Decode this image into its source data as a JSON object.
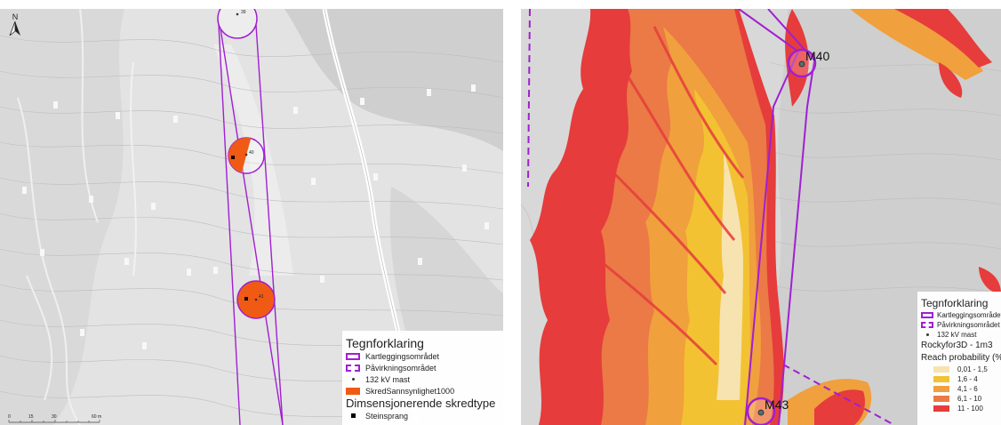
{
  "left_map": {
    "mast_labels": [
      "39",
      "40",
      "41"
    ],
    "north_label": "N",
    "scale": {
      "ticks": [
        "0",
        "15",
        "30",
        "60 m"
      ]
    },
    "legend": {
      "title": "Tegnforklaring",
      "items": [
        {
          "label": "Kartleggingsområdet",
          "symbol": "solid-outline",
          "color": "#a020d0"
        },
        {
          "label": "Påvirkningsområdet",
          "symbol": "dashed-outline",
          "color": "#a020d0"
        },
        {
          "label": "132 kV mast",
          "symbol": "dot",
          "color": "#333333"
        },
        {
          "label": "SkredSannsynlighet1000",
          "symbol": "fill",
          "color": "#f05a14"
        }
      ],
      "subtitle": "Dimsensjonerende skredtype",
      "sub_items": [
        {
          "label": "Steinsprang",
          "symbol": "square",
          "color": "#000000"
        }
      ]
    }
  },
  "right_map": {
    "mast_labels": [
      "M40",
      "M43"
    ],
    "legend": {
      "title": "Tegnforklaring",
      "items": [
        {
          "label": "Kartleggingsområdet",
          "symbol": "solid-outline",
          "color": "#a020d0"
        },
        {
          "label": "Påvirkningsområdet",
          "symbol": "dashed-outline",
          "color": "#a020d0"
        },
        {
          "label": "132 kV mast",
          "symbol": "dot",
          "color": "#333333"
        }
      ],
      "subtitle": "Rockyfor3D - 1m3",
      "subtitle2": "Reach probability (%)",
      "classes": [
        {
          "label": "0,01 - 1,5",
          "color": "#f7e3b0"
        },
        {
          "label": "1,6 - 4",
          "color": "#f2c232"
        },
        {
          "label": "4,1 - 6",
          "color": "#f0a03c"
        },
        {
          "label": "6,1 - 10",
          "color": "#eb7a46"
        },
        {
          "label": "11 - 100",
          "color": "#e63c3c"
        }
      ]
    }
  }
}
